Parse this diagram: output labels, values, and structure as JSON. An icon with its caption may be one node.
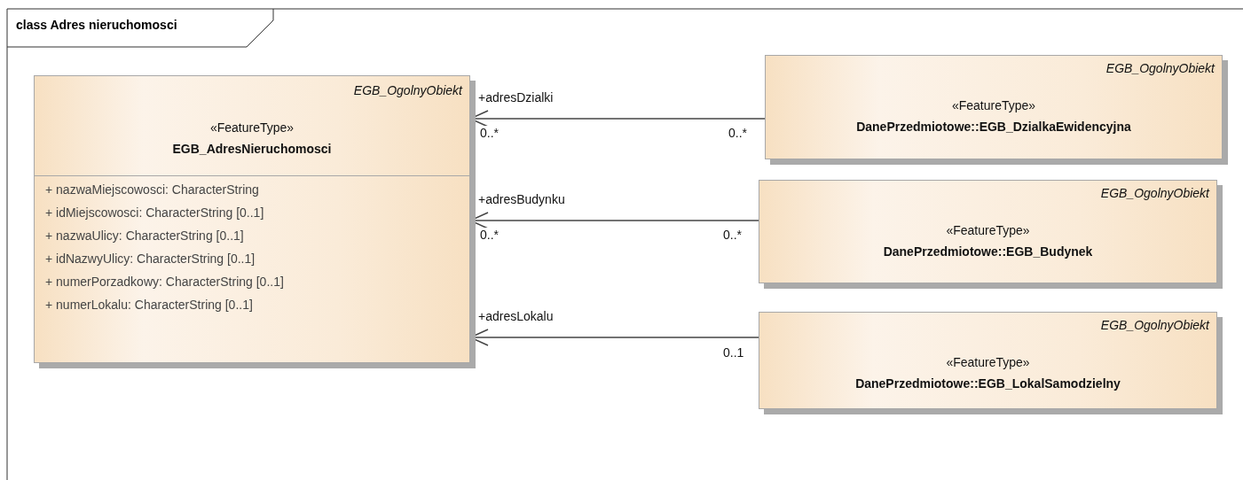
{
  "diagram": {
    "title": "class Adres nieruchomosci",
    "nodes": [
      {
        "text": [
          "EGB_OgolnyObiekt",
          "«FeatureType»",
          "EGB_AdresNieruchomosci",
          "+ nazwaMiejscowosci: CharacterString",
          "+ idMiejscowosci: CharacterString [0..1]",
          "+ nazwaUlicy: CharacterString [0..1]",
          "+ idNazwyUlicy: CharacterString [0..1]",
          "+ numerPorzadkowy: CharacterString [0..1]",
          "+ numerLokalu: CharacterString [0..1]"
        ]
      },
      {
        "text": [
          "EGB_OgolnyObiekt",
          "«FeatureType»",
          "DanePrzedmiotowe::EGB_DzialkaEwidencyjna"
        ]
      },
      {
        "text": [
          "EGB_OgolnyObiekt",
          "«FeatureType»",
          "DanePrzedmiotowe::EGB_Budynek"
        ]
      },
      {
        "text": [
          "EGB_OgolnyObiekt",
          "«FeatureType»",
          "DanePrzedmiotowe::EGB_LokalSamodzielny"
        ]
      }
    ],
    "edges": [
      {
        "from": 1,
        "to": 0,
        "arrow": "to",
        "label": "+adresDzialki"
      },
      {
        "from": 2,
        "to": 0,
        "arrow": "to",
        "label": "+adresBudynku"
      },
      {
        "from": 3,
        "to": 0,
        "arrow": "to",
        "label": "+adresLokalu"
      }
    ],
    "labels": [
      "0..*",
      "0..*",
      "0..*",
      "0..*",
      "0..1"
    ]
  }
}
